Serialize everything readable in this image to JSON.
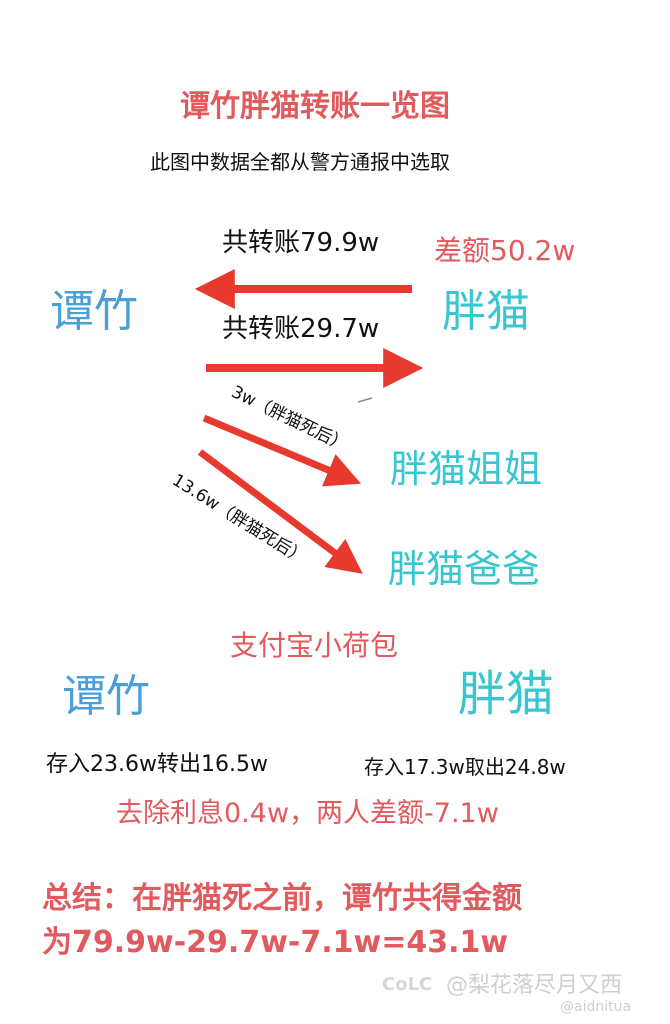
{
  "title": "谭竹胖猫转账一览图",
  "subtitle": "此图中数据全都从警方通报中选取",
  "top": {
    "left_person": "谭竹",
    "right_person": "胖猫",
    "transfer_left_label": "共转账79.9w",
    "difference_label": "差额50.2w",
    "transfer_right_label": "共转账29.7w",
    "sister_amount_label": "3w（胖猫死后）",
    "sister": "胖猫姐姐",
    "father_amount_label": "13.6w（胖猫死后）",
    "father": "胖猫爸爸"
  },
  "alipay": {
    "section_title": "支付宝小荷包",
    "left_person": "谭竹",
    "right_person": "胖猫",
    "left_detail": "存入23.6w转出16.5w",
    "right_detail": "存入17.3w取出24.8w",
    "interest_line": "去除利息0.4w，两人差额-7.1w"
  },
  "summary": {
    "line1": "总结：在胖猫死之前，谭竹共得金额",
    "line2": "为79.9w-29.7w-7.1w=43.1w"
  },
  "watermark": {
    "text": "@梨花落尽月又西",
    "sub_text": "@aidnitua"
  },
  "colors": {
    "title_red": "#e05a5e",
    "arrow_red": "#e8392e",
    "blue": "#4a9fd8",
    "teal": "#38c7d0"
  }
}
